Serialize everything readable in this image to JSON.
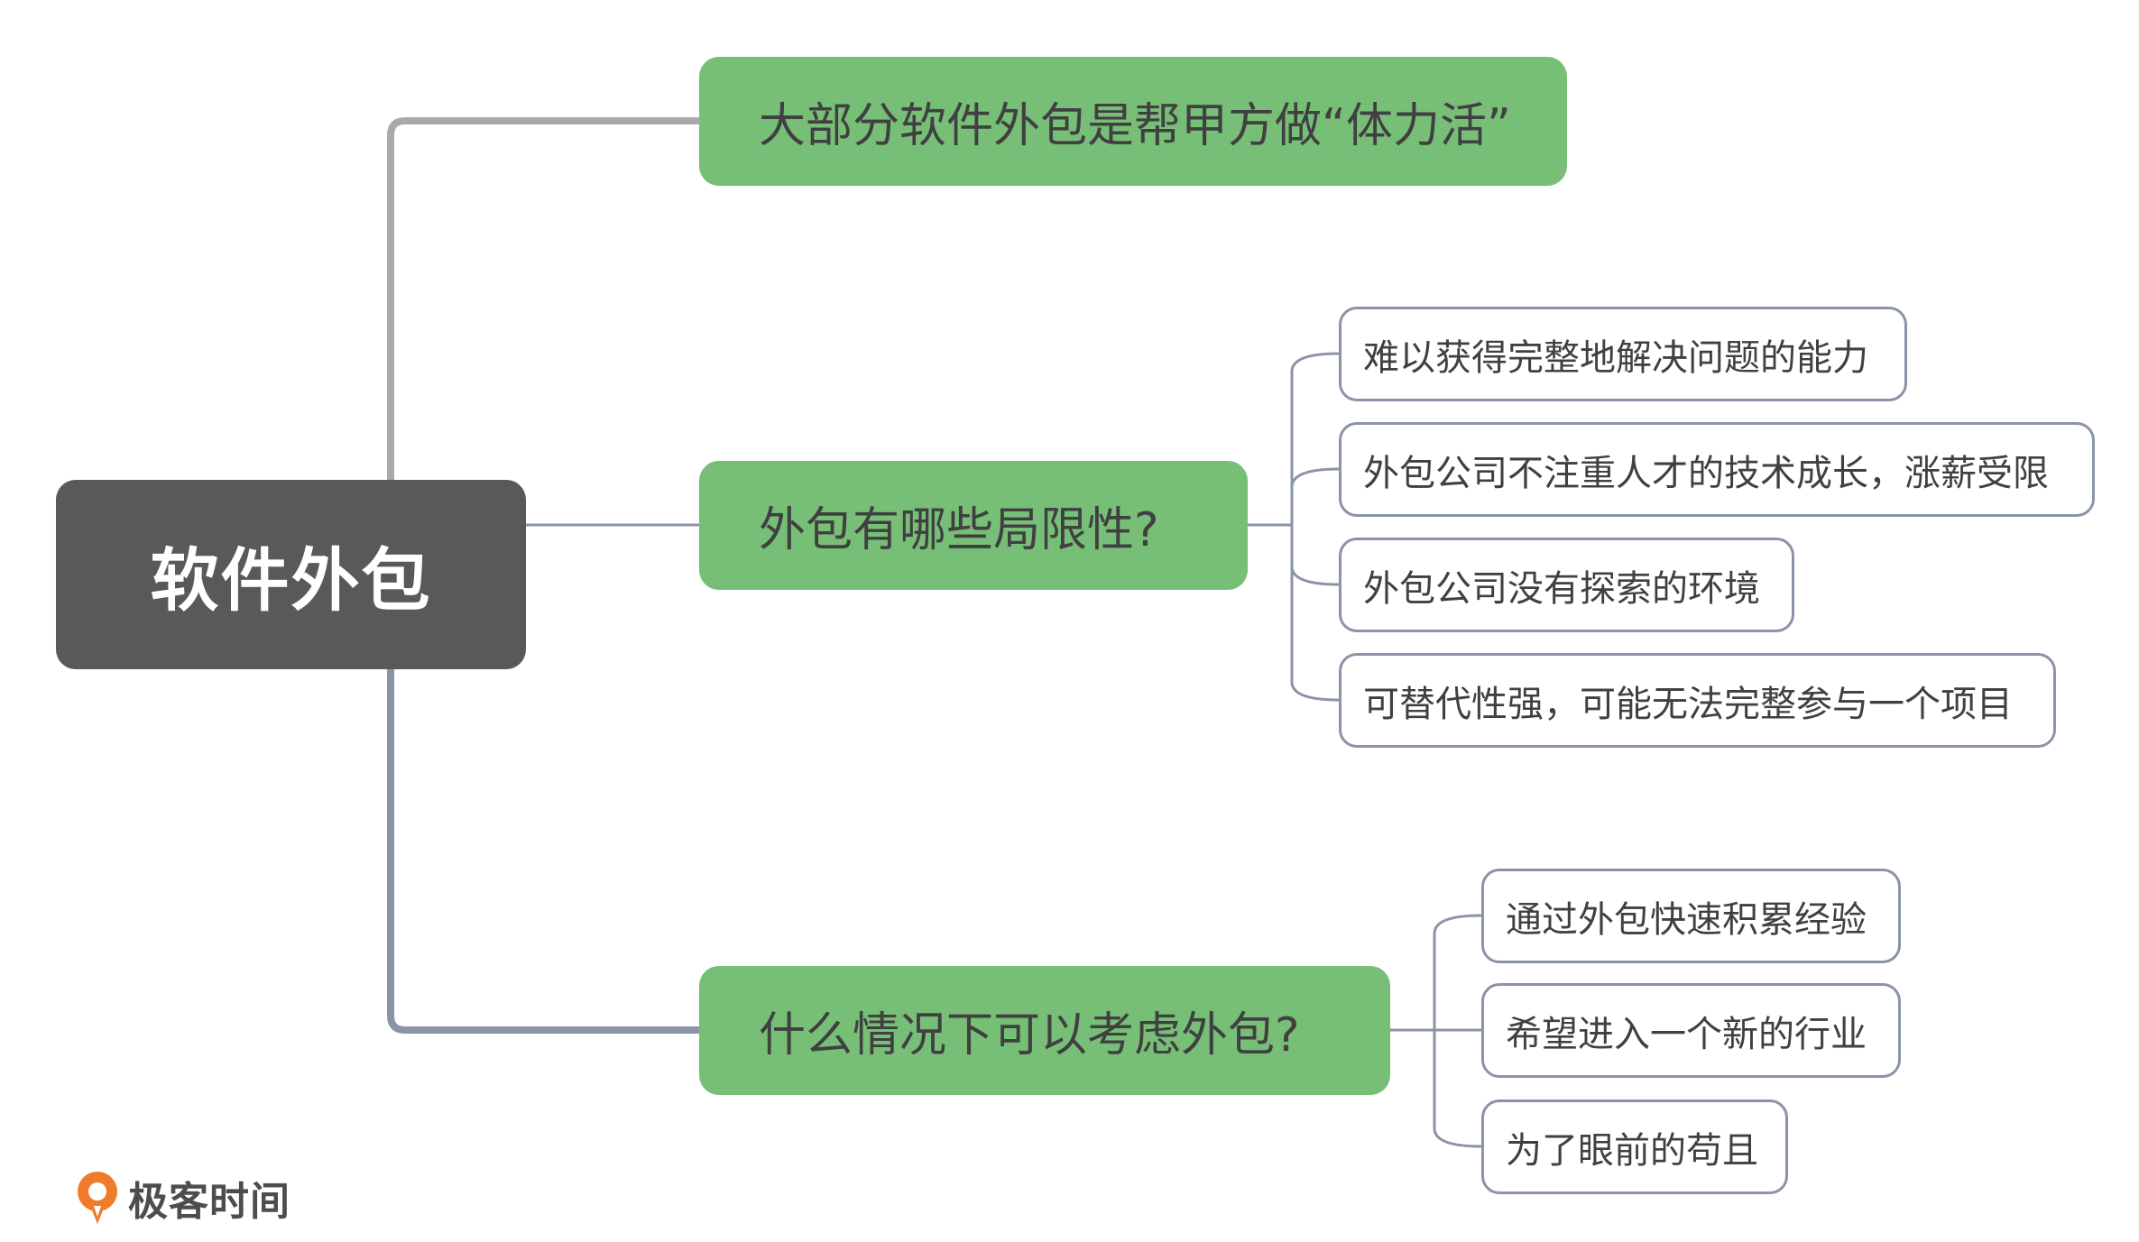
{
  "root": {
    "label": "软件外包"
  },
  "branches": [
    {
      "label": "大部分软件外包是帮甲方做“体力活”"
    },
    {
      "label": "外包有哪些局限性?",
      "children": [
        {
          "label": "难以获得完整地解决问题的能力"
        },
        {
          "label": "外包公司不注重人才的技术成长，涨薪受限"
        },
        {
          "label": "外包公司没有探索的环境"
        },
        {
          "label": "可替代性强，可能无法完整参与一个项目"
        }
      ]
    },
    {
      "label": "什么情况下可以考虑外包?",
      "children": [
        {
          "label": "通过外包快速积累经验"
        },
        {
          "label": "希望进入一个新的行业"
        },
        {
          "label": "为了眼前的苟且"
        }
      ]
    }
  ],
  "brand": {
    "name": "极客时间"
  },
  "colors": {
    "root_fill": "#595959",
    "branch_fill": "#77bf77",
    "leaf_border": "#8a93a8",
    "connector": "#9aa0b0"
  }
}
